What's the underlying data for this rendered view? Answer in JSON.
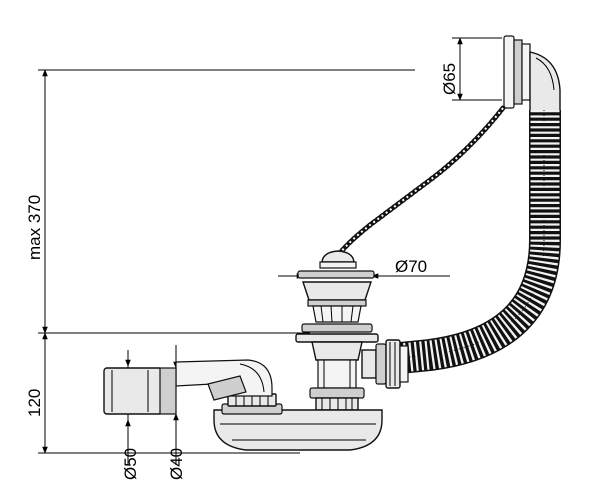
{
  "dimensions": {
    "overflow_diameter": "Ø65",
    "plug_diameter": "Ø70",
    "max_height": "max 370",
    "waste_height": "120",
    "outlet_outer_diameter": "Ø50",
    "outlet_inner_diameter": "Ø40"
  }
}
